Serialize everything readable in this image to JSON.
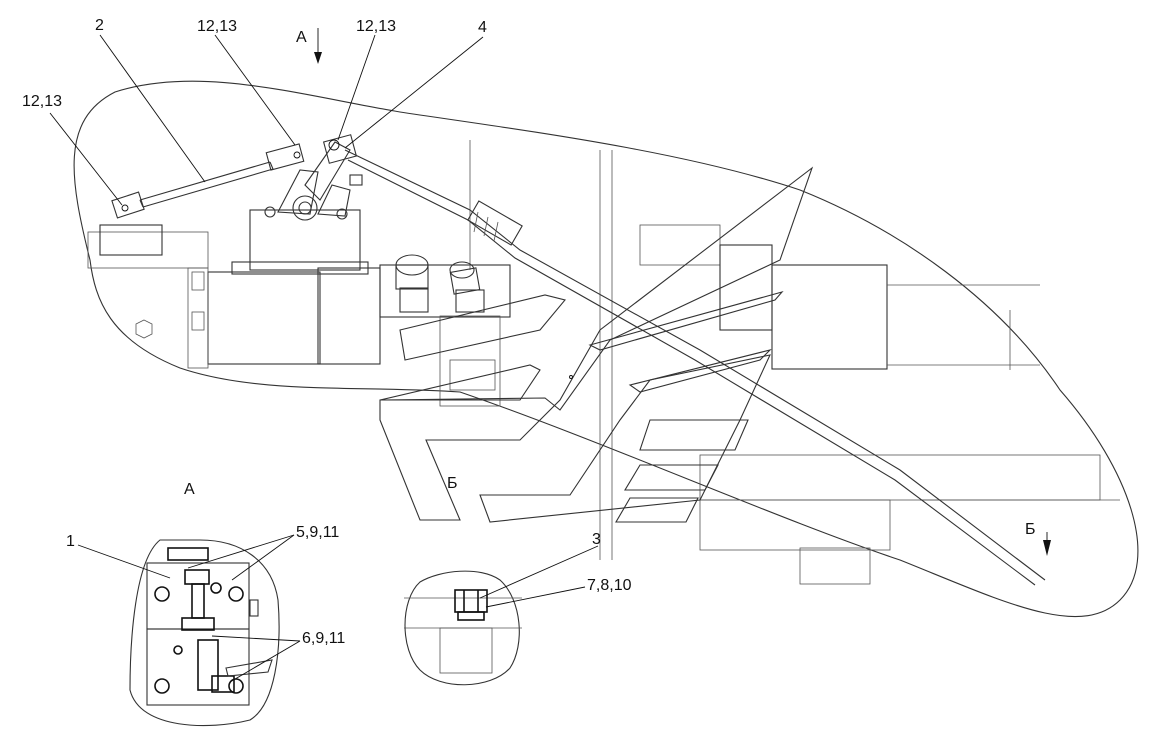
{
  "labels": {
    "part_2": "2",
    "part_12_13_left": "12,13",
    "part_12_13_mid": "12,13",
    "part_12_13_right": "12,13",
    "part_4": "4",
    "view_a_arrow": "А",
    "view_a_title": "А",
    "view_b_letter": "Б",
    "view_b_arrow": "Б",
    "part_1": "1",
    "part_5_9_11": "5,9,11",
    "part_6_9_11": "6,9,11",
    "part_3": "3",
    "part_7_8_10": "7,8,10"
  }
}
